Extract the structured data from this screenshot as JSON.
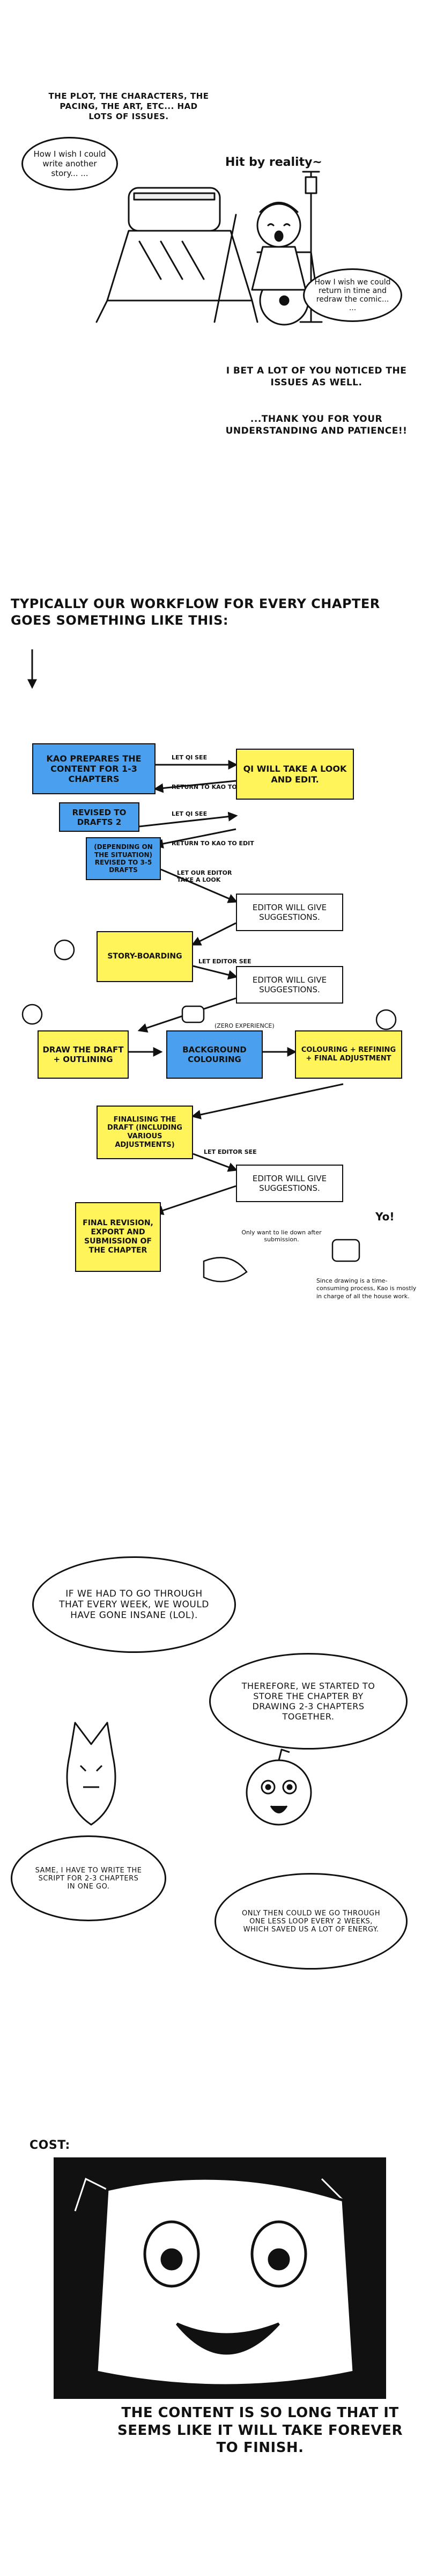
{
  "panel1": {
    "caption_top": "THE PLOT, THE CHARACTERS, THE PACING, THE ART, ETC... HAD LOTS OF ISSUES.",
    "bubble_left": "How I wish I could write another story... ...",
    "hit_label": "Hit by reality~",
    "bubble_right": "How I wish we could return in time and redraw the comic... ...",
    "caption_bottom_1": "I BET A LOT OF YOU NOTICED THE ISSUES AS WELL.",
    "caption_bottom_2": "...THANK YOU FOR YOUR UNDERSTANDING AND PATIENCE!!"
  },
  "workflow": {
    "heading": "TYPICALLY OUR WORKFLOW FOR EVERY CHAPTER GOES SOMETHING LIKE THIS:",
    "box_kao": "KAO PREPARES THE CONTENT FOR 1-3 CHAPTERS",
    "box_qi": "QI WILL TAKE A LOOK AND EDIT.",
    "box_draft2": "REVISED TO DRAFTS 2",
    "box_draft35": "(DEPENDING ON THE SITUATION) REVISED TO 3-5 DRAFTS",
    "arrow_let_qi_see": "LET QI SEE",
    "arrow_return_kao": "RETURN TO KAO TO EDIT",
    "arrow_let_qi_see_2": "LET QI SEE",
    "arrow_return_kao_2": "RETURN TO KAO TO EDIT",
    "arrow_let_editor_see": "LET OUR EDITOR TAKE A LOOK",
    "box_editor_1": "EDITOR WILL GIVE SUGGESTIONS.",
    "box_storyboard": "STORY-BOARDING",
    "arrow_let_editor_see_2": "LET EDITOR SEE",
    "box_editor_2": "EDITOR WILL GIVE SUGGESTIONS.",
    "box_draw_draft": "DRAW THE DRAFT + OUTLINING",
    "box_bg": "BACKGROUND COLOURING",
    "label_zero_exp": "(ZERO EXPERIENCE)",
    "box_colouring": "COLOURING + REFINING + FINAL ADJUSTMENT",
    "box_finalising": "FINALISING THE DRAFT (INCLUDING VARIOUS ADJUSTMENTS)",
    "arrow_let_editor_see_3": "LET EDITOR SEE",
    "box_editor_3": "EDITOR WILL GIVE SUGGESTIONS.",
    "box_final": "FINAL REVISION, EXPORT AND SUBMISSION OF THE CHAPTER",
    "note_lie_down": "Only want to lie down after submission.",
    "note_yo": "Yo!",
    "note_house_work": "Since drawing is a time-consuming process, Kao is mostly in charge of all the house work."
  },
  "panel3": {
    "bubble_top": "IF WE HAD TO GO THROUGH THAT EVERY WEEK, WE WOULD HAVE GONE INSANE (LOL).",
    "bubble_right": "THEREFORE, WE STARTED TO STORE THE CHAPTER BY DRAWING 2-3 CHAPTERS TOGETHER.",
    "bubble_left": "SAME, I HAVE TO WRITE THE SCRIPT FOR 2-3 CHAPTERS IN ONE GO.",
    "bubble_bottom": "ONLY THEN COULD WE GO THROUGH ONE LESS LOOP EVERY 2 WEEKS, WHICH SAVED US A LOT OF ENERGY."
  },
  "panel4": {
    "cost_label": "COST:",
    "caption": "THE CONTENT IS SO LONG THAT IT SEEMS LIKE IT WILL TAKE FOREVER TO FINISH."
  }
}
